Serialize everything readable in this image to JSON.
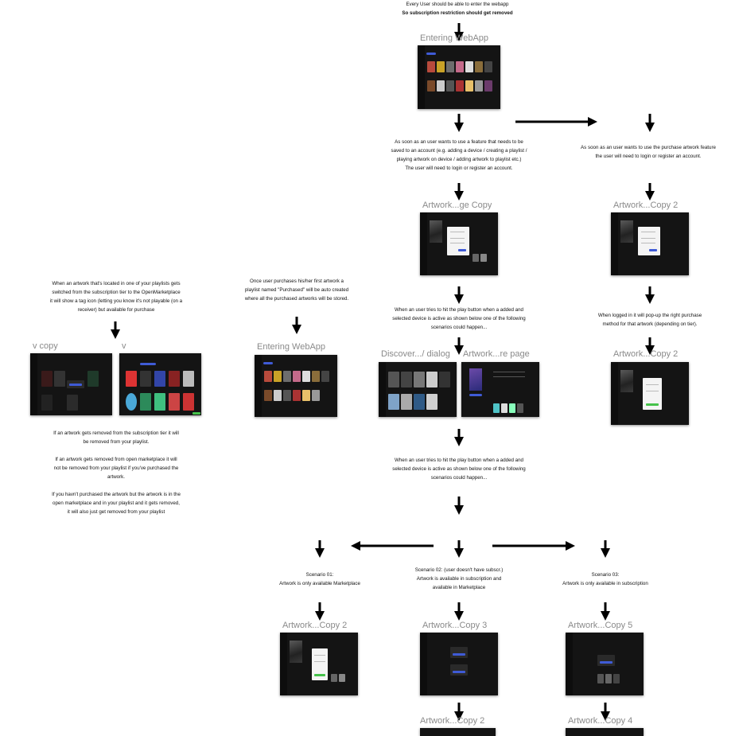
{
  "notes": {
    "top_line1": "Every User should be able to enter the webapp",
    "top_line2": "So subscription restriction should get removed",
    "feature_login": "As soon as an user wants to use a feature that needs to be\nsaved to an account (e.g. adding a device / creating a playlist /\nplaying artwork on device / adding artwork to playlist etc.)\nThe user will need to login or register an account.",
    "purchase_login": "As soon as an user wants to use the purchase artwork feature\nthe user will need to login or register an account.",
    "play_button_1": "When an user tries to hit the play button when a added and\nselected device is active as shown below one of the following\nscenarios could happen...",
    "popup_purchase": "When logged in it will pop-up the right purchase\nmethod for that artwork (depending on tier).",
    "play_button_2": "When an user tries to hit the play button when a added and\nselected device is active as shown below one of the following\nscenarios could happen...",
    "tag_icon": "When an artwork that's located in one of your playlists gets\nswitched from the subscription tier to the OpenMarketplace\nit will show a tag icon (letting you know it's not playable (on a\nreceiver) but available for purchase",
    "first_purchase": "Once user purchases his/her first artwork a\nplaylist named \"Purchased\" will be auto created\nwhere all the purchased artworks will be stored.",
    "removed_rules": "If an artwork gets removed from the subscription tier it will\nbe removed from your playlist.\n\nIf an artwork gets removed from open marketplace it will\nnot be removed from your playlist if you've purchased the\nartwork.\n\nIf you havn't purchased the artwork but the artwork is in the\nopen marketplace and in your playlist and it gets removed,\nit will also just get removed from your playlist",
    "scenario1": "Scenario 01:\nArtwork is only available Marketplace",
    "scenario2": "Scenario 02: (user doesn't have subscr.)\nArtwork is available in subscription and\navailable in Marketplace",
    "scenario3": "Scenario 03:\nArtwork is only available in subscription"
  },
  "frames": {
    "entering_webapp_top": "Entering WebApp",
    "artwork_page_copy": "Artwork...ge Copy",
    "artwork_copy2_right": "Artwork...Copy 2",
    "discover_dialog": "Discover.../ dialog",
    "artwork_re_page": "Artwork...re page",
    "artwork_copy2_right_b": "Artwork...Copy 2",
    "v_copy": "v copy",
    "v": "v",
    "entering_webapp_mid": "Entering WebApp",
    "scenario1_frame": "Artwork...Copy 2",
    "scenario2_frame": "Artwork...Copy 3",
    "scenario3_frame": "Artwork...Copy 5",
    "bottom_center": "Artwork...Copy 2",
    "bottom_right": "Artwork...Copy 4"
  },
  "colors": {
    "frame_bg": "#141414",
    "accent_blue": "#3f5bd6",
    "accent_green": "#46c24b",
    "title_gray": "#8a8a8a",
    "arrow": "#000000"
  }
}
